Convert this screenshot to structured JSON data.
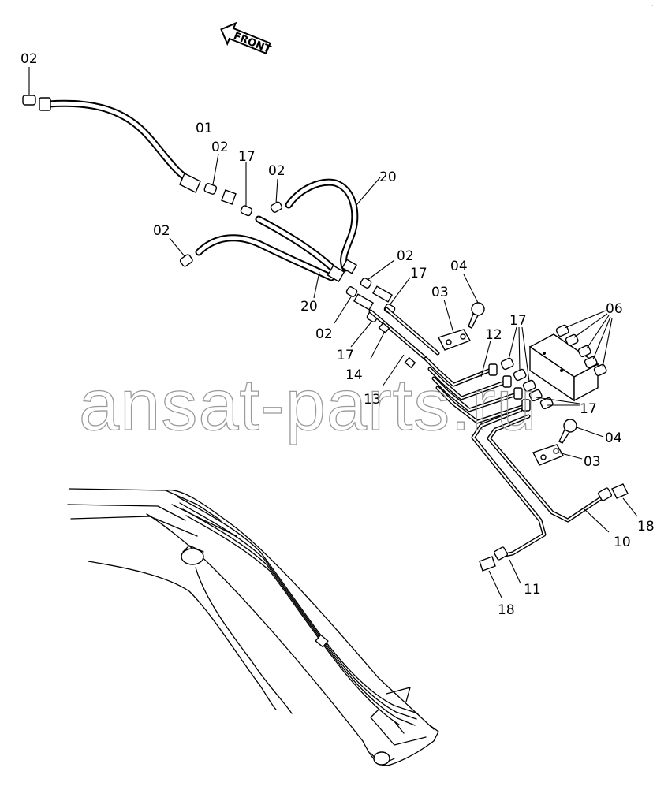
{
  "orientation_label": "FRONT",
  "watermark": "ansat-parts.ru",
  "corner_mark": "·",
  "callouts": {
    "c01": "01",
    "c02_top": "02",
    "c02_a": "02",
    "c02_b": "02",
    "c02_c": "02",
    "c02_d": "02",
    "c02_e": "02",
    "c03_a": "03",
    "c03_b": "03",
    "c04_a": "04",
    "c04_b": "04",
    "c06": "06",
    "c10": "10",
    "c11": "11",
    "c12": "12",
    "c13": "13",
    "c14": "14",
    "c17_a": "17",
    "c17_b": "17",
    "c17_c": "17",
    "c17_d": "17",
    "c17_e": "17",
    "c18_a": "18",
    "c18_b": "18",
    "c20_a": "20",
    "c20_b": "20"
  }
}
